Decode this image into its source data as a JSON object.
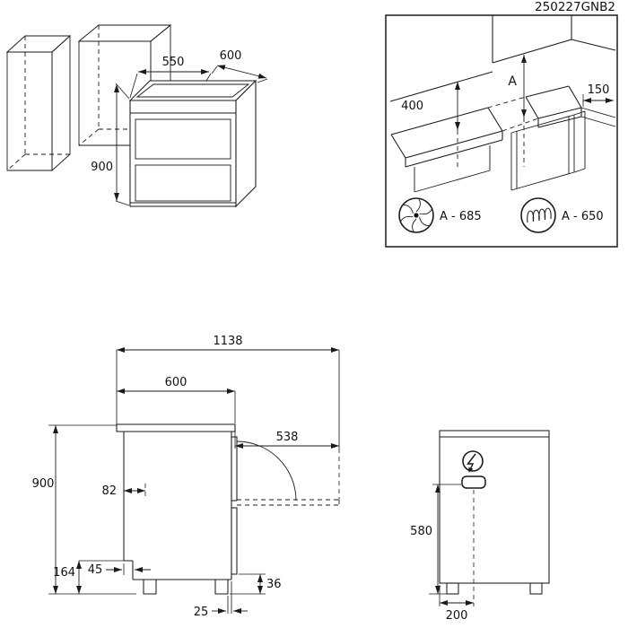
{
  "doc_code": "250227GNB2",
  "iso_view": {
    "depth_mm": "550",
    "width_mm": "600",
    "height_mm": "900"
  },
  "clearance": {
    "min_hood_height": "400",
    "a_ref": "A",
    "side_min": "150",
    "hood_value": "A - 685",
    "coil_value": "A - 650"
  },
  "side_view": {
    "overall_open": "1138",
    "top_depth": "600",
    "door_projection": "538",
    "height": "900",
    "rear_gap": "82",
    "recess_height": "164",
    "recess_depth": "45",
    "front_bottom": "36",
    "foot_inset": "25"
  },
  "rear_view": {
    "connection_height": "580",
    "connection_offset": "200"
  }
}
